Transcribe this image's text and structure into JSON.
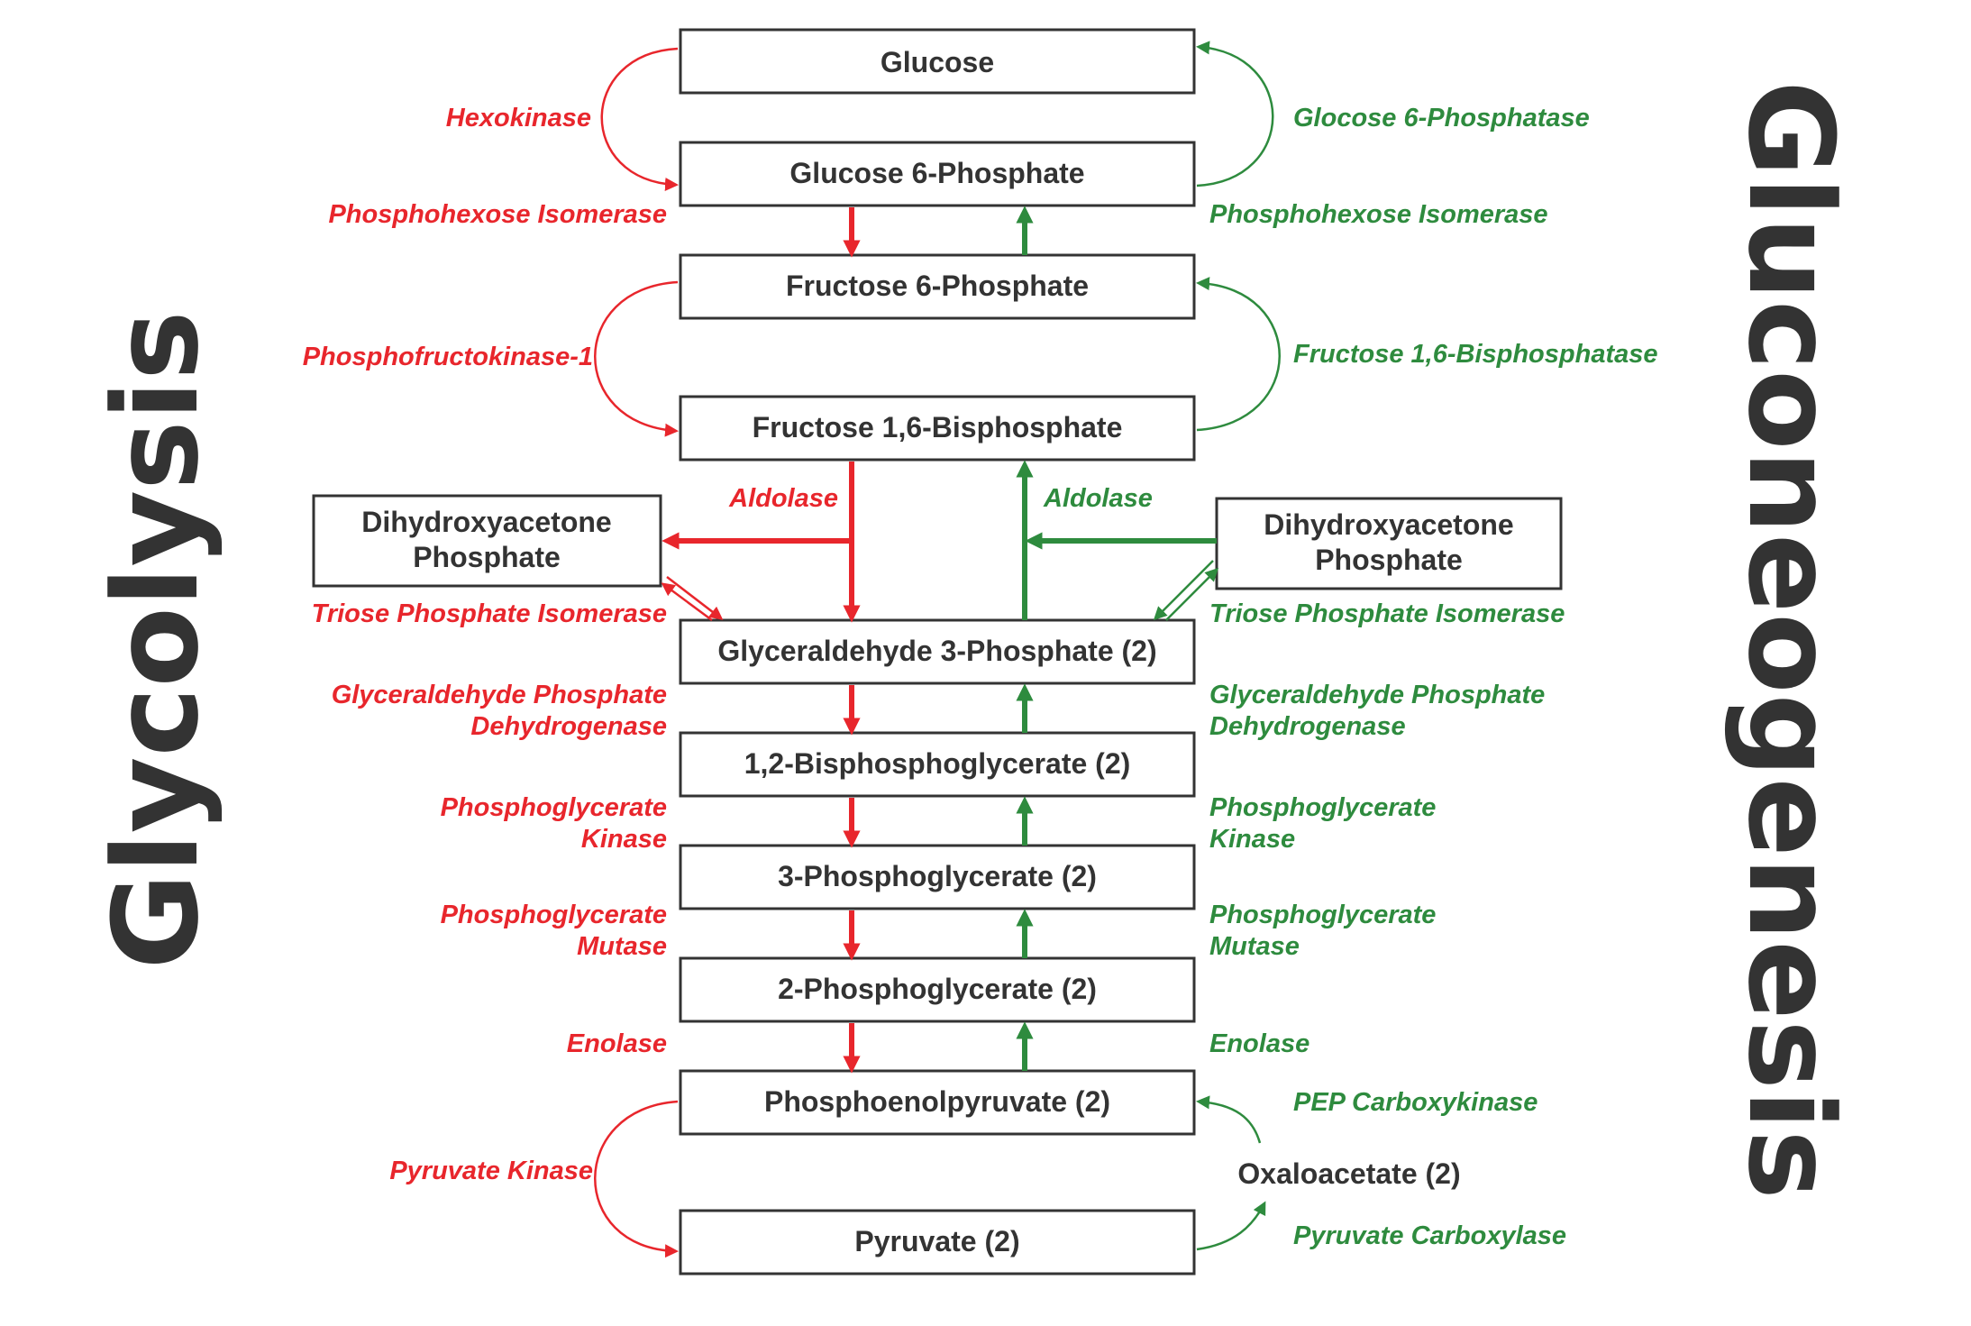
{
  "titles": {
    "left": "Glycolysis",
    "right": "Gluconeogenesis"
  },
  "colors": {
    "glycolysis": "#e8262c",
    "gluconeogenesis": "#2e8b3e",
    "text": "#333333"
  },
  "metabolites": {
    "glucose": "Glucose",
    "g6p": "Glucose 6-Phosphate",
    "f6p": "Fructose 6-Phosphate",
    "f16bp": "Fructose 1,6-Bisphosphate",
    "dhap_left_l1": "Dihydroxyacetone",
    "dhap_left_l2": "Phosphate",
    "dhap_right_l1": "Dihydroxyacetone",
    "dhap_right_l2": "Phosphate",
    "g3p": "Glyceraldehyde 3-Phosphate (2)",
    "bpg": "1,2-Bisphosphoglycerate (2)",
    "pg3": "3-Phosphoglycerate (2)",
    "pg2": "2-Phosphoglycerate (2)",
    "pep": "Phosphoenolpyruvate (2)",
    "pyruvate": "Pyruvate (2)",
    "oxaloacetate": "Oxaloacetate (2)"
  },
  "glycolysis_enzymes": {
    "hexokinase": "Hexokinase",
    "phi": "Phosphohexose Isomerase",
    "pfk1": "Phosphofructokinase-1",
    "aldolase": "Aldolase",
    "tpi": "Triose Phosphate Isomerase",
    "gapdh_l1": "Glyceraldehyde Phosphate",
    "gapdh_l2": "Dehydrogenase",
    "pgk_l1": "Phosphoglycerate",
    "pgk_l2": "Kinase",
    "pgm_l1": "Phosphoglycerate",
    "pgm_l2": "Mutase",
    "enolase": "Enolase",
    "pk": "Pyruvate Kinase"
  },
  "gluconeogenesis_enzymes": {
    "g6pase": "Glocose 6-Phosphatase",
    "phi": "Phosphohexose Isomerase",
    "fbpase": "Fructose 1,6-Bisphosphatase",
    "aldolase": "Aldolase",
    "tpi": "Triose Phosphate Isomerase",
    "gapdh_l1": "Glyceraldehyde Phosphate",
    "gapdh_l2": "Dehydrogenase",
    "pgk_l1": "Phosphoglycerate",
    "pgk_l2": "Kinase",
    "pgm_l1": "Phosphoglycerate",
    "pgm_l2": "Mutase",
    "enolase": "Enolase",
    "pepck": "PEP Carboxykinase",
    "pc": "Pyruvate Carboxylase"
  }
}
